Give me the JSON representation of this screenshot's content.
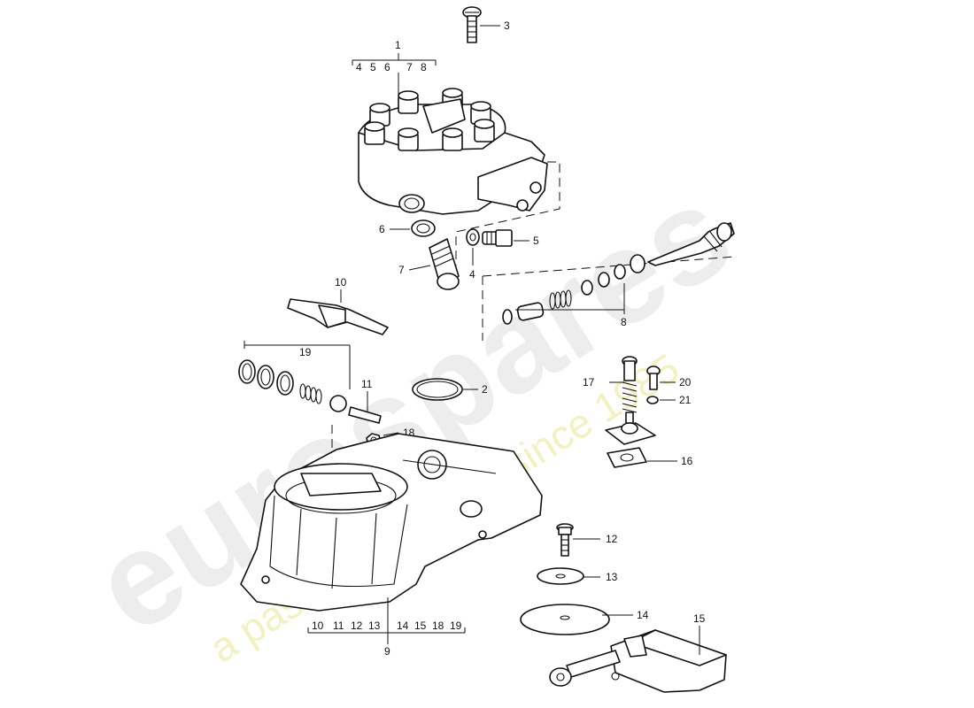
{
  "watermark": {
    "brand": "eurospares",
    "tagline": "a passion for parts since 1985"
  },
  "callouts": {
    "p1": "1",
    "p2": "2",
    "p3": "3",
    "p4": "4",
    "p5": "5",
    "p6": "6",
    "p7": "7",
    "p8": "8",
    "p9": "9",
    "p10": "10",
    "p11": "11",
    "p12": "12",
    "p13": "13",
    "p14": "14",
    "p15": "15",
    "p16": "16",
    "p17": "17",
    "p18": "18",
    "p19": "19",
    "p20": "20",
    "p21": "21"
  },
  "group_headers": {
    "g1_sub": [
      "4",
      "5",
      "6",
      "7",
      "8"
    ],
    "g9_sub": [
      "10",
      "11",
      "12",
      "13",
      "14",
      "15",
      "18",
      "19"
    ]
  }
}
